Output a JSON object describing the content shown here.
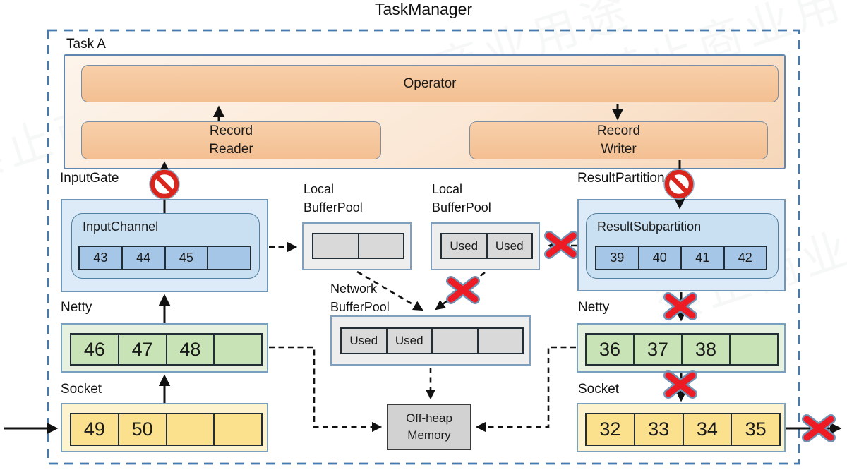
{
  "title": "TaskManager",
  "watermark": {
    "text": "禁止商业用途"
  },
  "task_a": {
    "label": "Task A",
    "operator_label": "Operator",
    "record_reader": {
      "lines": [
        "Record",
        "Reader"
      ]
    },
    "record_writer": {
      "lines": [
        "Record",
        "Writer"
      ]
    }
  },
  "input_gate": {
    "label": "InputGate",
    "channel_label": "InputChannel",
    "cells": [
      "43",
      "44",
      "45",
      ""
    ]
  },
  "local_buffer_pool_left": {
    "lines": [
      "Local",
      "BufferPool"
    ],
    "cells": [
      "",
      ""
    ]
  },
  "local_buffer_pool_right": {
    "lines": [
      "Local",
      "BufferPool"
    ],
    "cells": [
      "Used",
      "Used"
    ]
  },
  "result_partition": {
    "label": "ResultPartition",
    "subpartition_label": "ResultSubpartition",
    "cells": [
      "39",
      "40",
      "41",
      "42"
    ]
  },
  "network_buffer_pool": {
    "lines": [
      "Network",
      "BufferPool"
    ],
    "cells": [
      "Used",
      "Used",
      "",
      ""
    ]
  },
  "netty_left": {
    "label": "Netty",
    "cells": [
      "46",
      "47",
      "48",
      ""
    ]
  },
  "socket_left": {
    "label": "Socket",
    "cells": [
      "49",
      "50",
      "",
      ""
    ]
  },
  "netty_right": {
    "label": "Netty",
    "cells": [
      "36",
      "37",
      "38",
      ""
    ]
  },
  "socket_right": {
    "label": "Socket",
    "cells": [
      "32",
      "33",
      "34",
      "35"
    ]
  },
  "offheap_memory": {
    "lines": [
      "Off-heap",
      "Memory"
    ]
  },
  "icons": {
    "no_entry": "red no-entry prohibition circle",
    "blocked": "red X blocked marker"
  },
  "colors": {
    "container_dash": "#4679ad",
    "box_border_blue": "#7096b8",
    "peach_fill": "#f5c59c",
    "blue_fill": "#c9dff2",
    "blue_cell": "#a5c6e6",
    "green_cell": "#c8e3b6",
    "yellow_cell": "#fbe18e",
    "gray_cell": "#d9d9d9",
    "red": "#e8192c"
  }
}
